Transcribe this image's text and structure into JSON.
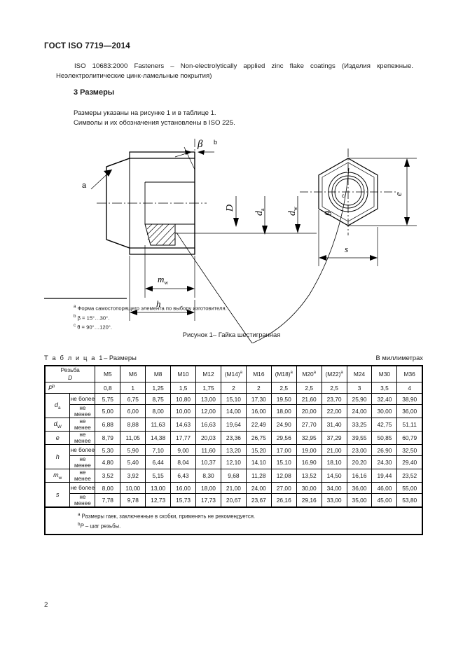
{
  "document": {
    "header": "ГОСТ ISO 7719—2014",
    "intro_paragraph": "ISO 10683:2000 Fasteners – Non-electrolytically applied zinc flake coatings (Изделия крепежные. Неэлектролитические цинк-ламельные покрытия)",
    "section_title": "3 Размеры",
    "body_line_1": "Размеры указаны на рисунке 1 и в таблице 1.",
    "body_line_2": "Символы и их обозначения установлены в ISO 225.",
    "page_number": "2"
  },
  "figure": {
    "caption": "Рисунок 1– Гайка шестигранная",
    "labels": {
      "beta": "β",
      "note_a": "a",
      "note_b": "b",
      "note_c": "c",
      "theta": "θ",
      "D": "D",
      "da": "d",
      "da_sub": "a",
      "dw": "d",
      "dw_sub": "w",
      "mw": "m",
      "mw_sub": "w",
      "h": "h",
      "e": "e",
      "s": "s"
    },
    "notes": [
      {
        "marker": "a",
        "text": "Форма самостопорящего элемента по выбору изготовителя."
      },
      {
        "marker": "b",
        "text": "β = 15°…30°."
      },
      {
        "marker": "c",
        "text": "θ = 90°…120°."
      }
    ]
  },
  "table": {
    "title_spaced": "Т а б л и ц а  1",
    "title_rest": "– Размеры",
    "units": "В миллиметрах",
    "header_label_line1": "Резьба",
    "header_label_line2": "D",
    "columns": [
      "M5",
      "M6",
      "M8",
      "M10",
      "M12",
      "(M14)",
      "M16",
      "(M18)",
      "M20",
      "(M22)",
      "M24",
      "M30",
      "M36"
    ],
    "column_marks": [
      "",
      "",
      "",
      "",
      "",
      "a",
      "",
      "a",
      "a",
      "a",
      "",
      "",
      ""
    ],
    "rows": [
      {
        "symbol": "P",
        "symbol_sup": "b",
        "symbol_sub": "",
        "qualifier": "",
        "values": [
          "0,8",
          "1",
          "1,25",
          "1,5",
          "1,75",
          "2",
          "2",
          "2,5",
          "2,5",
          "2,5",
          "3",
          "3,5",
          "4"
        ]
      },
      {
        "symbol": "d",
        "symbol_sub": "a",
        "qualifier": "не более",
        "values": [
          "5,75",
          "6,75",
          "8,75",
          "10,80",
          "13,00",
          "15,10",
          "17,30",
          "19,50",
          "21,60",
          "23,70",
          "25,90",
          "32,40",
          "38,90"
        ]
      },
      {
        "symbol": "d",
        "symbol_sub": "a",
        "qualifier": "не менее",
        "values": [
          "5,00",
          "6,00",
          "8,00",
          "10,00",
          "12,00",
          "14,00",
          "16,00",
          "18,00",
          "20,00",
          "22,00",
          "24,00",
          "30,00",
          "36,00"
        ]
      },
      {
        "symbol": "d",
        "symbol_sub": "W",
        "qualifier": "не менее",
        "values": [
          "6,88",
          "8,88",
          "11,63",
          "14,63",
          "16,63",
          "19,64",
          "22,49",
          "24,90",
          "27,70",
          "31,40",
          "33,25",
          "42,75",
          "51,11"
        ]
      },
      {
        "symbol": "e",
        "symbol_sub": "",
        "qualifier": "не менее",
        "values": [
          "8,79",
          "11,05",
          "14,38",
          "17,77",
          "20,03",
          "23,36",
          "26,75",
          "29,56",
          "32,95",
          "37,29",
          "39,55",
          "50,85",
          "60,79"
        ]
      },
      {
        "symbol": "h",
        "symbol_sub": "",
        "qualifier": "не более",
        "values": [
          "5,30",
          "5,90",
          "7,10",
          "9,00",
          "11,60",
          "13,20",
          "15,20",
          "17,00",
          "19,00",
          "21,00",
          "23,00",
          "26,90",
          "32,50"
        ]
      },
      {
        "symbol": "h",
        "symbol_sub": "",
        "qualifier": "не менее",
        "values": [
          "4,80",
          "5,40",
          "6,44",
          "8,04",
          "10,37",
          "12,10",
          "14,10",
          "15,10",
          "16,90",
          "18,10",
          "20,20",
          "24,30",
          "29,40"
        ]
      },
      {
        "symbol": "m",
        "symbol_sub": "w",
        "qualifier": "не менее",
        "values": [
          "3,52",
          "3,92",
          "5,15",
          "6,43",
          "8,30",
          "9,68",
          "11,28",
          "12,08",
          "13,52",
          "14,50",
          "16,16",
          "19,44",
          "23,52"
        ]
      },
      {
        "symbol": "s",
        "symbol_sub": "",
        "qualifier": "не более",
        "values": [
          "8,00",
          "10,00",
          "13,00",
          "16,00",
          "18,00",
          "21,00",
          "24,00",
          "27,00",
          "30,00",
          "34,00",
          "36,00",
          "46,00",
          "55,00"
        ]
      },
      {
        "symbol": "s",
        "symbol_sub": "",
        "qualifier": "не менее",
        "values": [
          "7,78",
          "9,78",
          "12,73",
          "15,73",
          "17,73",
          "20,67",
          "23,67",
          "26,16",
          "29,16",
          "33,00",
          "35,00",
          "45,00",
          "53,80"
        ]
      }
    ],
    "notes": [
      {
        "marker": "a",
        "text": "Размеры гаек, заключенные в скобки, применять не рекомендуется."
      },
      {
        "marker": "b",
        "text_italic": "P",
        "text": " – шаг резьбы."
      }
    ]
  }
}
